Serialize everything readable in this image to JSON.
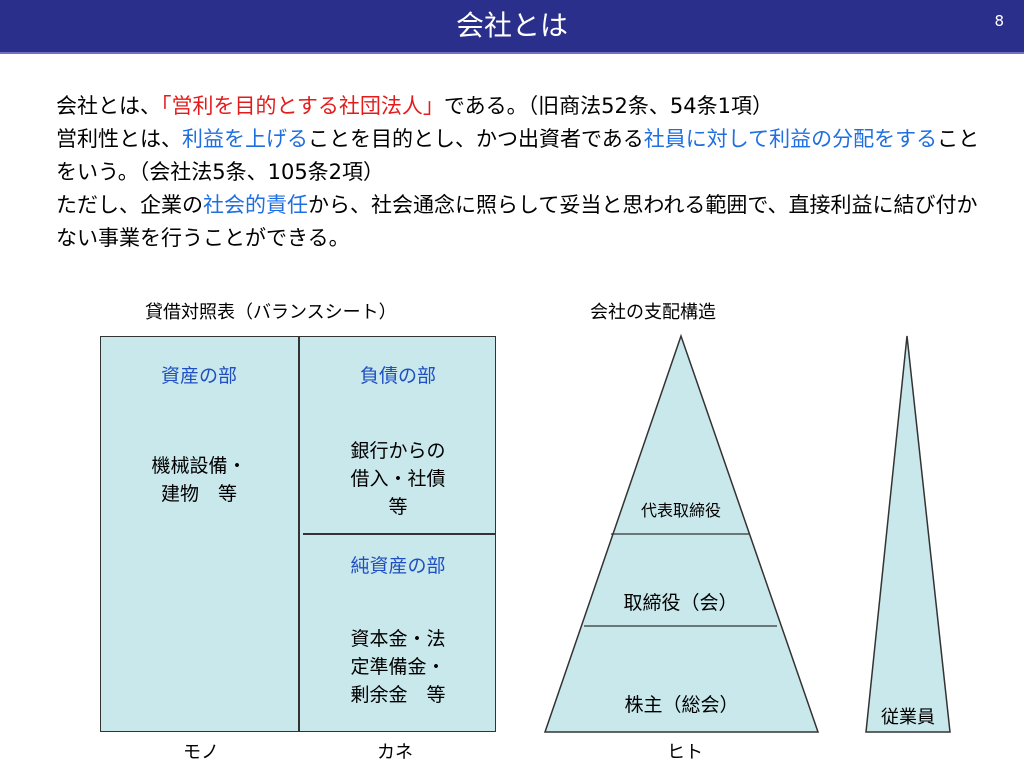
{
  "header": {
    "title": "会社とは",
    "page_number": "8",
    "bg_color": "#2b2f8c"
  },
  "intro": {
    "line1": {
      "a": "会社とは、",
      "b": "「営利を目的とする社団法人」",
      "c": "である。（旧商法52条、54条1項）"
    },
    "line2": {
      "a": "営利性とは、",
      "b": "利益を上げる",
      "c": "ことを目的とし、かつ出資者である",
      "d": "社員に対して利益の分配をする",
      "e": "ことをいう。（会社法5条、105条2項）"
    },
    "line3": {
      "a": "ただし、企業の",
      "b": "社会的責任",
      "c": "から、社会通念に照らして妥当と思われる範囲で、直接利益に結び付かない事業を行うことができる。"
    },
    "red_color": "#e41b1b",
    "blue_color": "#1f6fe0"
  },
  "balance_sheet": {
    "title": "貸借対照表（バランスシート）",
    "assets": {
      "heading": "資産の部",
      "line1": "機械設備・",
      "line2": "建物　等"
    },
    "liabilities": {
      "heading": "負債の部",
      "line1": "銀行からの",
      "line2": "借入・社債",
      "line3": "等"
    },
    "equity": {
      "heading": "純資産の部",
      "line1": "資本金・法",
      "line2": "定準備金・",
      "line3": "剰余金　等"
    },
    "fill_color": "#c9e8ec"
  },
  "governance": {
    "title": "会社の支配構造",
    "top": "代表取締役",
    "middle": "取締役（会）",
    "bottom": "株主（総会）",
    "employees": "従業員"
  },
  "bottom_labels": {
    "mono": "モノ",
    "kane": "カネ",
    "hito": "ヒト"
  }
}
